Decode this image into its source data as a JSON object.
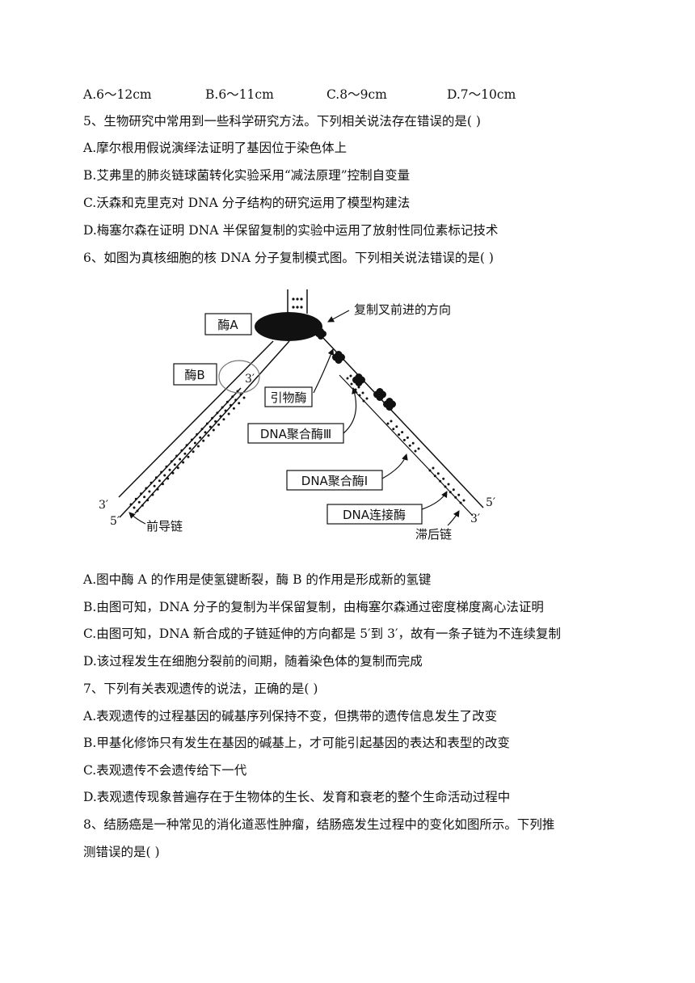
{
  "q4_options": [
    "A.6～12cm",
    "B.6～11cm",
    "C.8～9cm",
    "D.7～10cm"
  ],
  "q5": {
    "stem": "5、生物研究中常用到一些科学研究方法。下列相关说法存在错误的是( )",
    "options": [
      "A.摩尔根用假说演绎法证明了基因位于染色体上",
      "B.艾弗里的肺炎链球菌转化实验采用“减法原理”控制自变量",
      "C.沃森和克里克对 DNA 分子结构的研究运用了模型构建法",
      "D.梅塞尔森在证明 DNA 半保留复制的实验中运用了放射性同位素标记技术"
    ]
  },
  "q6": {
    "stem": "6、如图为真核细胞的核 DNA 分子复制模式图。下列相关说法错误的是( )",
    "figure": {
      "enzyme_a": "酶A",
      "enzyme_b": "酶B",
      "fork_direction": "复制叉前进的方向",
      "primase": "引物酶",
      "dna_pol_3": "DNA聚合酶Ⅲ",
      "dna_pol_1": "DNA聚合酶Ⅰ",
      "ligase": "DNA连接酶",
      "leading_strand": "前导链",
      "lagging_strand": "滞后链",
      "three_prime": "3′",
      "five_prime": "5′"
    },
    "options": [
      "A.图中酶 A 的作用是使氢键断裂，酶 B 的作用是形成新的氢键",
      "B.由图可知，DNA 分子的复制为半保留复制，由梅塞尔森通过密度梯度离心法证明",
      "C.由图可知，DNA 新合成的子链延伸的方向都是 5′到 3′，故有一条子链为不连续复制",
      "D.该过程发生在细胞分裂前的间期，随着染色体的复制而完成"
    ]
  },
  "q7": {
    "stem": "7、下列有关表观遗传的说法，正确的是( )",
    "options": [
      "A.表观遗传的过程基因的碱基序列保持不变，但携带的遗传信息发生了改变",
      "B.甲基化修饰只有发生在基因的碱基上，才可能引起基因的表达和表型的改变",
      "C.表观遗传不会遗传给下一代",
      "D.表观遗传现象普遍存在于生物体的生长、发育和衰老的整个生命活动过程中"
    ]
  },
  "q8": {
    "stem_line1": "8、结肠癌是一种常见的消化道恶性肿瘤，结肠癌发生过程中的变化如图所示。下列推",
    "stem_line2": "测错误的是( )"
  }
}
